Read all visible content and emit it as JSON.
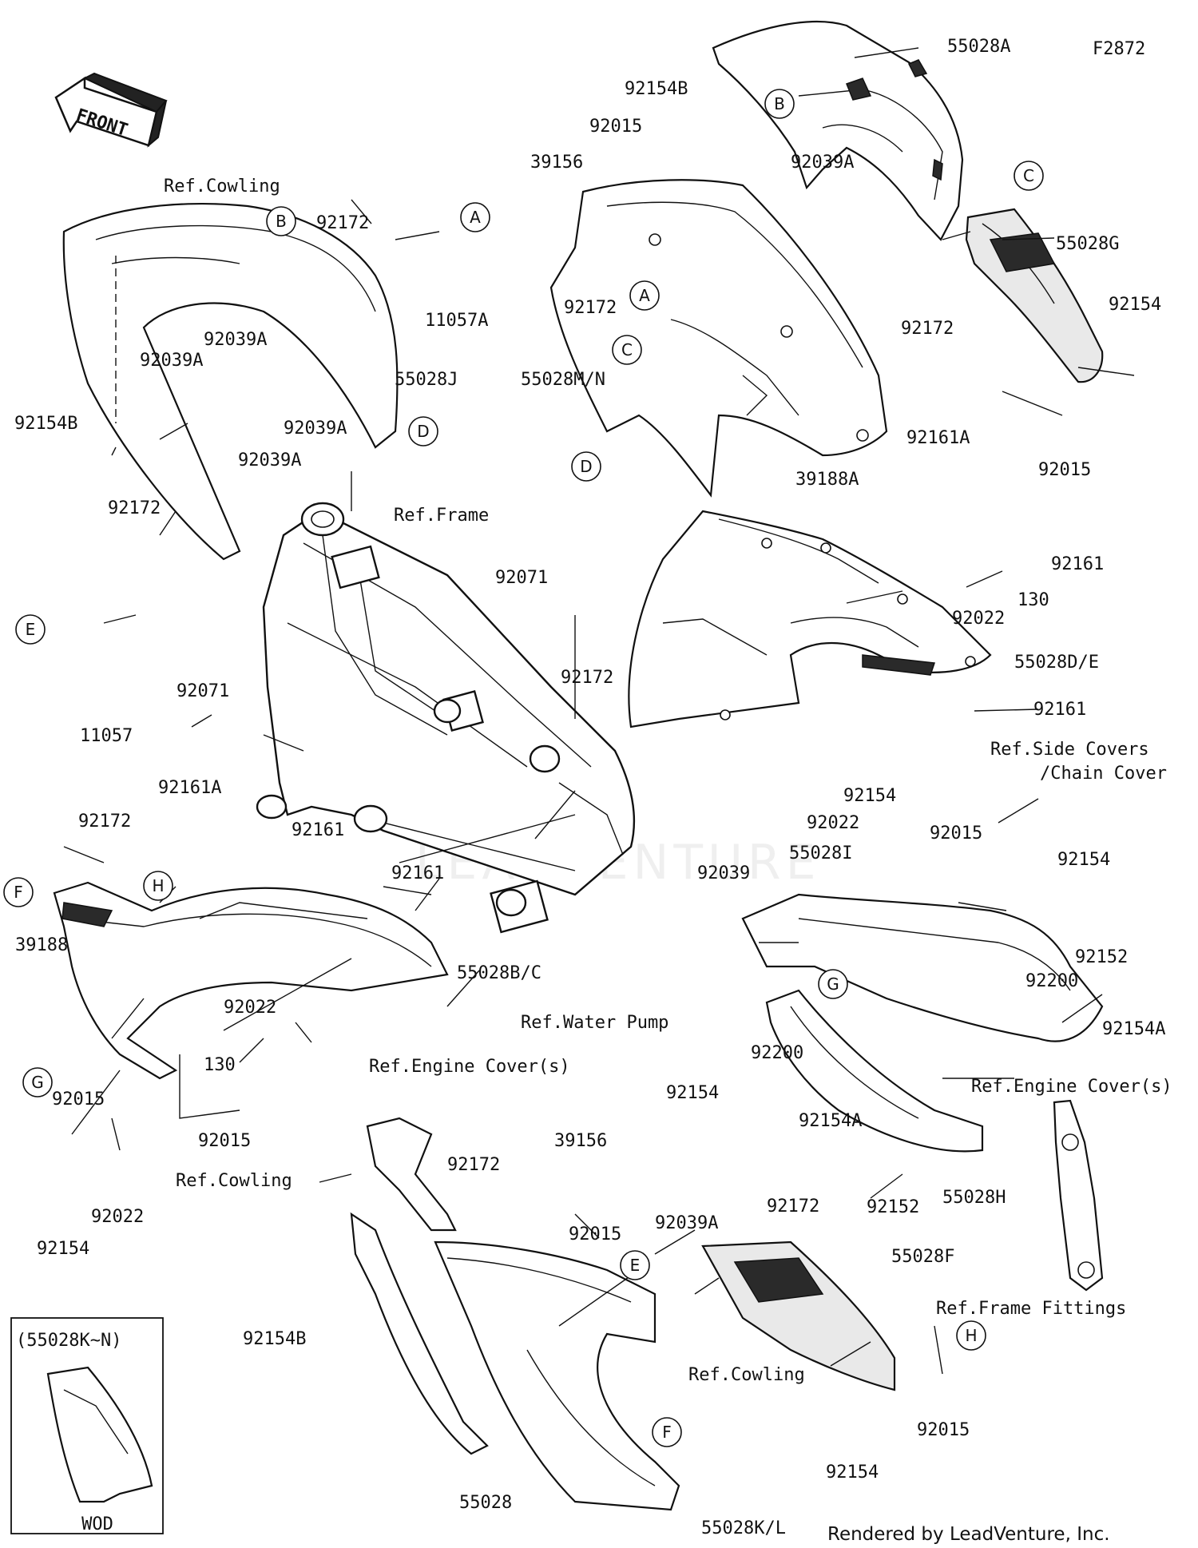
{
  "diagram_code": "F2872",
  "front_arrow_text": "FRONT",
  "watermark": "LEADVENTURE",
  "credit": "Rendered by LeadVenture, Inc.",
  "inset": {
    "title": "(55028K~N)",
    "caption": "WOD"
  },
  "callouts": [
    "A",
    "B",
    "C",
    "D",
    "E",
    "F",
    "G",
    "H"
  ],
  "part_numbers": {
    "p55028A": "55028A",
    "p92154B": "92154B",
    "p92015": "92015",
    "p39156": "39156",
    "p92039A": "92039A",
    "p92172": "92172",
    "p55028G": "55028G",
    "p92154": "92154",
    "p55028M_N": "55028M/N",
    "p11057A": "11057A",
    "p55028J": "55028J",
    "p39188A": "39188A",
    "p92161A": "92161A",
    "p92161": "92161",
    "p130": "130",
    "p92022": "92022",
    "p92071": "92071",
    "p55028D_E": "55028D/E",
    "p11057": "11057",
    "p55028I": "55028I",
    "p92039": "92039",
    "p39188": "39188",
    "p55028B_C": "55028B/C",
    "p92200": "92200",
    "p92152": "92152",
    "p92154A": "92154A",
    "p55028H": "55028H",
    "p55028F": "55028F",
    "p55028": "55028",
    "p55028K_L": "55028K/L"
  },
  "references": {
    "cowling": "Ref.Cowling",
    "frame": "Ref.Frame",
    "side_covers_1": "Ref.Side Covers",
    "side_covers_2": "/Chain Cover",
    "water_pump": "Ref.Water Pump",
    "engine_covers": "Ref.Engine Cover(s)",
    "frame_fittings": "Ref.Frame Fittings"
  }
}
